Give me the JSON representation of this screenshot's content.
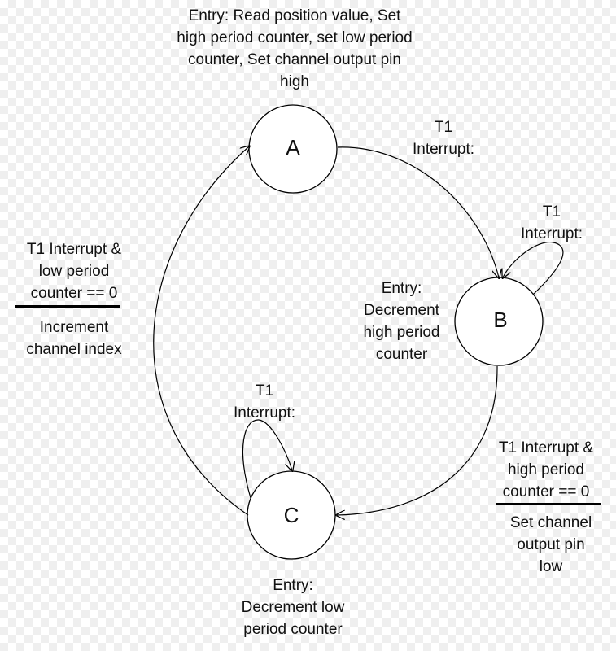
{
  "states": {
    "a": "A",
    "b": "B",
    "c": "C"
  },
  "labels": {
    "entry_a": [
      "Entry: Read position value, Set",
      "high period counter, set low period",
      "counter, Set channel output pin",
      "high"
    ],
    "t1_a_to_b": [
      "T1",
      "Interrupt:"
    ],
    "t1_b_self": [
      "T1",
      "Interrupt:"
    ],
    "entry_b": [
      "Entry:",
      "Decrement",
      "high period",
      "counter"
    ],
    "t1_c_self": [
      "T1",
      "Interrupt:"
    ],
    "cond_b_to_c": [
      "T1 Interrupt &",
      "high period",
      "counter == 0"
    ],
    "action_b_to_c": [
      "Set channel",
      "output pin",
      "low"
    ],
    "cond_c_to_a": [
      "T1 Interrupt &",
      "low period",
      "counter == 0"
    ],
    "action_c_to_a": [
      "Increment",
      "channel index"
    ],
    "entry_c": [
      "Entry:",
      "Decrement low",
      "period counter"
    ]
  }
}
